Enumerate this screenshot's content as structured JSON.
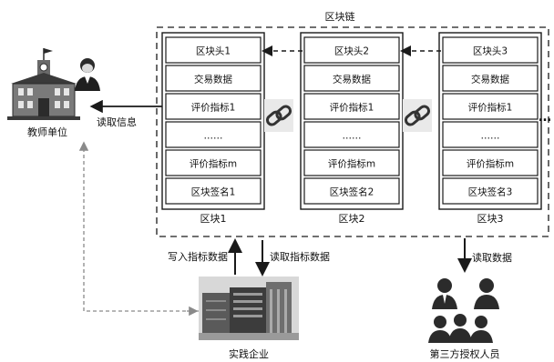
{
  "title": "区块链",
  "blocks": [
    {
      "name": "区块1",
      "cells": [
        "区块头1",
        "交易数据",
        "评价指标1",
        "……",
        "评价指标m",
        "区块签名1"
      ]
    },
    {
      "name": "区块2",
      "cells": [
        "区块头2",
        "交易数据",
        "评价指标1",
        "……",
        "评价指标m",
        "区块签名2"
      ]
    },
    {
      "name": "区块3",
      "cells": [
        "区块头3",
        "交易数据",
        "评价指标1",
        "……",
        "评价指标m",
        "区块签名3"
      ]
    }
  ],
  "continuation": "…",
  "labels": {
    "teacher_unit": "教师单位",
    "read_info": "读取信息",
    "write_indicators": "写入指标数据",
    "read_indicators": "读取指标数据",
    "read_data": "读取数据",
    "enterprise": "实践企业",
    "third_party": "第三方授权人员"
  },
  "icons": {
    "teacher": "school-building-with-teacher-icon",
    "chain": "chain-link-icon",
    "enterprise": "office-building-photo-icon",
    "third_party": "group-of-people-icon"
  },
  "colors": {
    "line": "#1a1a1a",
    "dashed_gray": "#8a8a8a",
    "icon_dark": "#2b2b2b",
    "icon_mid": "#6a6a6a"
  }
}
